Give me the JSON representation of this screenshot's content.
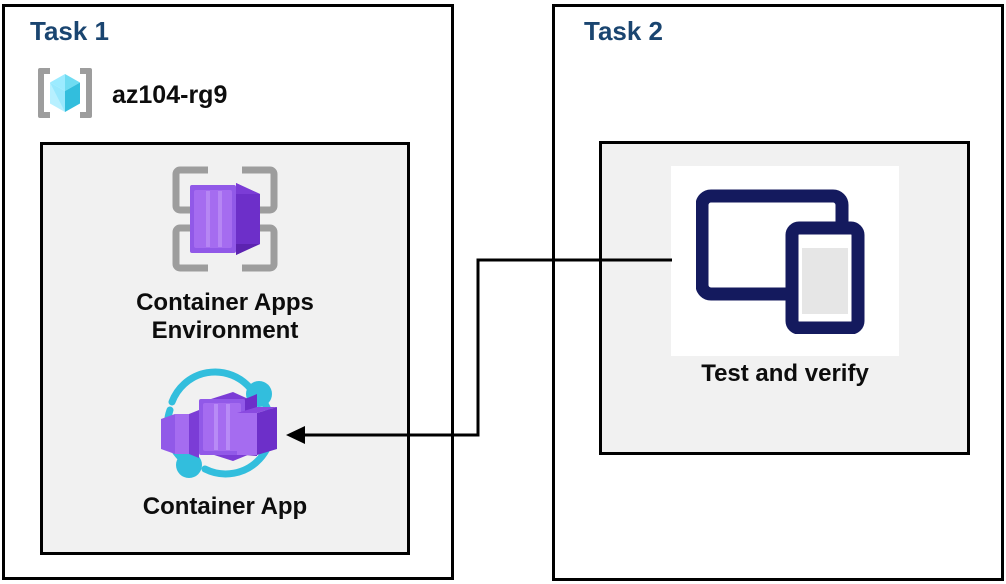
{
  "diagram": {
    "title": "Azure Container Apps task diagram",
    "background": "#ffffff",
    "colors": {
      "task_title": "#1a4570",
      "panel_border": "#000000",
      "group_fill": "#f1f1f1",
      "node_label": "#0d0d0d",
      "container_purple_light": "#a56cf0",
      "container_purple_dark": "#6d2fc9",
      "accent_cyan": "#32bedd",
      "bracket_gray": "#9d9d9d",
      "device_navy": "#141a5e",
      "connector": "#000000"
    }
  },
  "tasks": [
    {
      "id": "task1",
      "title": "Task 1",
      "resource_group": {
        "icon": "resource-group-icon",
        "label": "az104-rg9"
      },
      "nodes": [
        {
          "id": "container-apps-environment",
          "icon": "container-apps-environment-icon",
          "label": "Container Apps\nEnvironment"
        },
        {
          "id": "container-app",
          "icon": "container-app-icon",
          "label": "Container App"
        }
      ]
    },
    {
      "id": "task2",
      "title": "Task 2",
      "nodes": [
        {
          "id": "test-and-verify",
          "icon": "devices-icon",
          "label": "Test and verify"
        }
      ]
    }
  ],
  "connector": {
    "id": "test-to-container-app",
    "from": "test-and-verify",
    "to": "container-app",
    "direction": "left",
    "style": "elbow",
    "arrowhead": "filled-triangle"
  }
}
